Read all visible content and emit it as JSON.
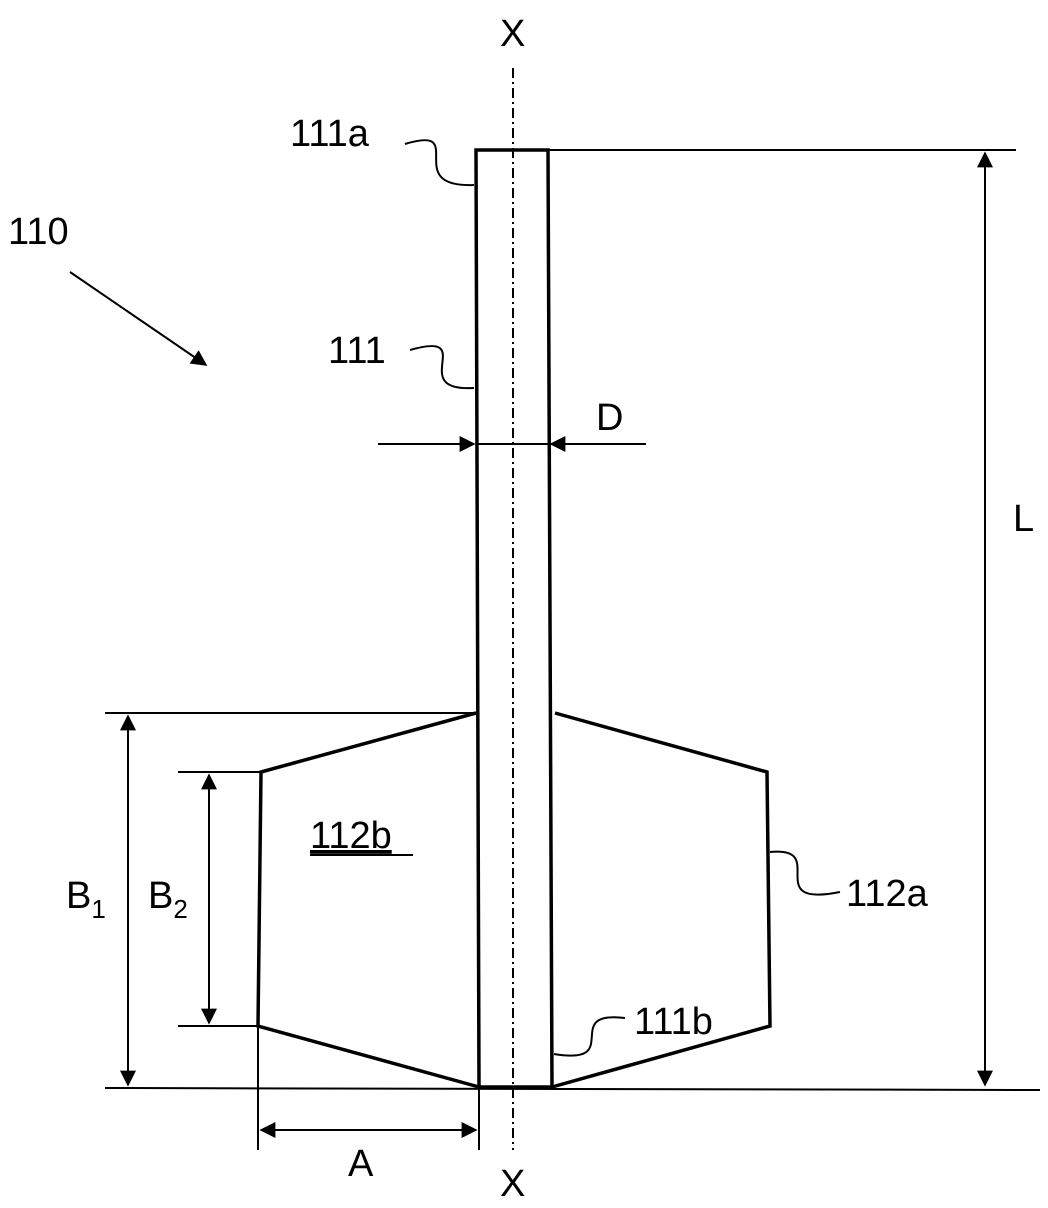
{
  "labels": {
    "axis_top": "X",
    "axis_bottom": "X",
    "ref_110": "110",
    "ref_111a": "111a",
    "ref_111": "111",
    "ref_D": "D",
    "ref_L": "L",
    "ref_112b": "112b",
    "ref_112a": "112a",
    "ref_111b": "111b",
    "ref_B1_main": "B",
    "ref_B1_sub": "1",
    "ref_B2_main": "B",
    "ref_B2_sub": "2",
    "ref_A": "A"
  }
}
